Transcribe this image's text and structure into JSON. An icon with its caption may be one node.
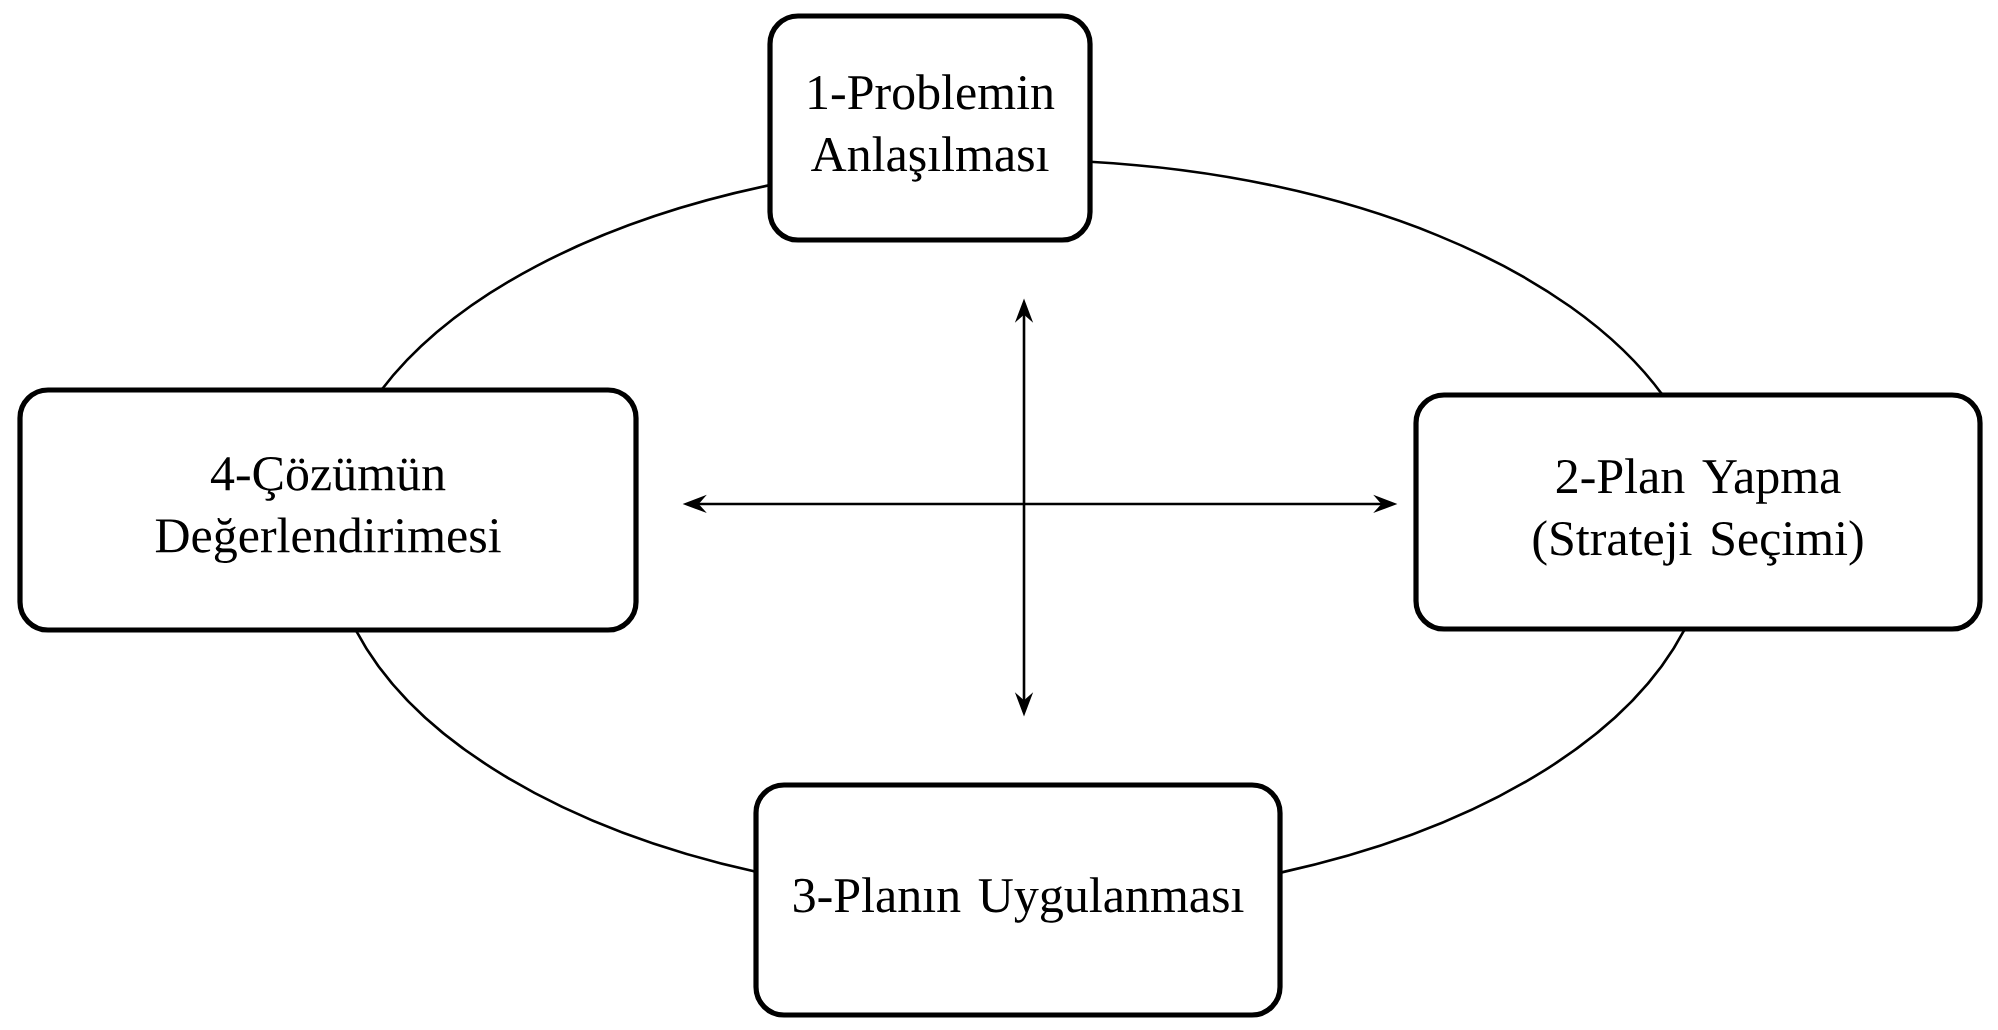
{
  "diagram": {
    "nodes": [
      {
        "text": [
          "1-Problemin Anlaşılması"
        ]
      },
      {
        "text": [
          "2-Plan Yapma (Strateji Seçimi)"
        ]
      },
      {
        "text": [
          "3-Planın Uygulanması"
        ]
      },
      {
        "text": [
          "4-Çözümün Değerlendirimesi"
        ]
      }
    ],
    "edges": [
      {
        "from": 0,
        "to": 1,
        "arrow": "none"
      },
      {
        "from": 1,
        "to": 2,
        "arrow": "none"
      },
      {
        "from": 2,
        "to": 3,
        "arrow": "none"
      },
      {
        "from": 3,
        "to": 0,
        "arrow": "none"
      },
      {
        "from": 0,
        "to": 2,
        "arrow": "both"
      },
      {
        "from": 3,
        "to": 1,
        "arrow": "both"
      }
    ]
  }
}
